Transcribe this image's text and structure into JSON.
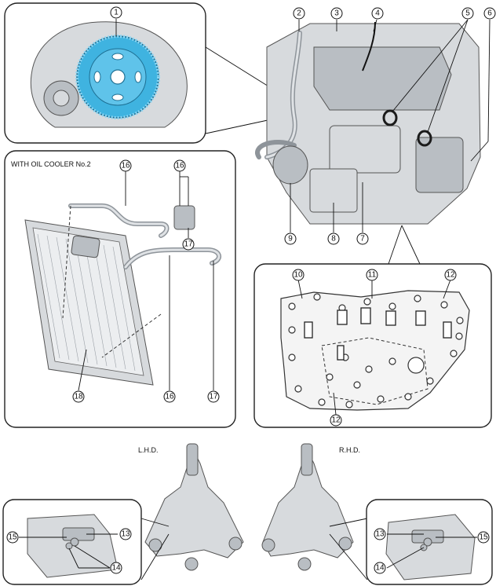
{
  "labels": {
    "oil_cooler_panel": "WITH OIL COOLER No.2",
    "lhd": "L.H.D.",
    "rhd": "R.H.D."
  },
  "callouts": {
    "c1": "1",
    "c2": "2",
    "c3": "3",
    "c4": "4",
    "c5": "5",
    "c6": "6",
    "c7": "7",
    "c8": "8",
    "c9": "9",
    "c10": "10",
    "c11": "11",
    "c12a": "12",
    "c12b": "12",
    "c13a": "13",
    "c13b": "13",
    "c14a": "14",
    "c14b": "14",
    "c15a": "15",
    "c15b": "15",
    "c16a": "16",
    "c16b": "16",
    "c16c": "16",
    "c17a": "17",
    "c17b": "17",
    "c18": "18"
  },
  "colors": {
    "flywheel": "#3fb3e0",
    "part_fill": "#d7dadd",
    "line": "#222222"
  }
}
